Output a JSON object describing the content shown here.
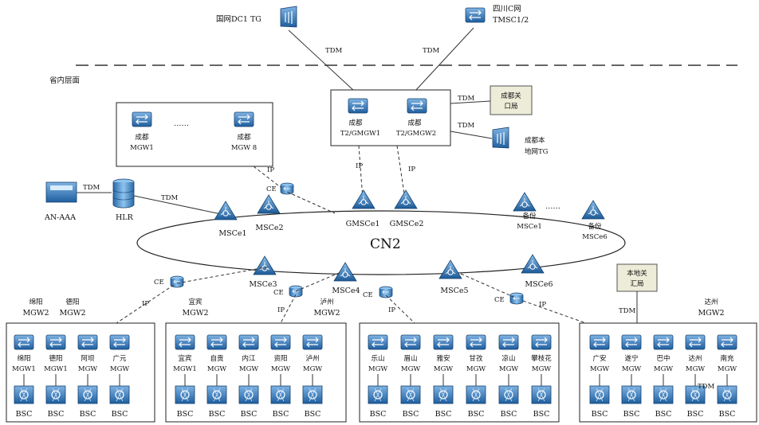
{
  "region_label": "省内层面",
  "cloud_label": "CN2",
  "external": {
    "guowang_tg": {
      "label": "国网DC1 TG"
    },
    "sichuan_c": {
      "label_lines": [
        "四川C网",
        "TMSC1/2"
      ]
    },
    "chengdu_guankou": {
      "label_lines": [
        "成都关",
        "口局"
      ]
    },
    "chengdu_local_tg": {
      "label_lines": [
        "成都本",
        "地网TG"
      ]
    },
    "local_guankou": {
      "label_lines": [
        "本地关",
        "汇局"
      ]
    }
  },
  "gateways": {
    "t2gmgw1": {
      "label_lines": [
        "成都",
        "T2/GMGW1"
      ]
    },
    "t2gmgw2": {
      "label_lines": [
        "成都",
        "T2/GMGW2"
      ]
    }
  },
  "mgw_group": {
    "first": {
      "label_lines": [
        "成都",
        "MGW1"
      ]
    },
    "last": {
      "label_lines": [
        "成都",
        "MGW 8"
      ]
    },
    "ellipsis": "……"
  },
  "an_aaa": {
    "label": "AN-AAA"
  },
  "hlr": {
    "label": "HLR"
  },
  "msc": [
    {
      "id": "msce1",
      "label": "MSCe1"
    },
    {
      "id": "msce2",
      "label": "MSCe2"
    },
    {
      "id": "gmsce1",
      "label": "GMSCe1"
    },
    {
      "id": "gmsce2",
      "label": "GMSCe2"
    },
    {
      "id": "backup1",
      "label_lines": [
        "备份",
        "MSCe1"
      ]
    },
    {
      "id": "backup6",
      "label_lines": [
        "备份",
        "MSCe6"
      ]
    },
    {
      "id": "msce3",
      "label": "MSCe3"
    },
    {
      "id": "msce4",
      "label": "MSCe4"
    },
    {
      "id": "msce5",
      "label": "MSCe5"
    },
    {
      "id": "msce6",
      "label": "MSCe6"
    }
  ],
  "backup_ellipsis": "……",
  "links": {
    "tdm": "TDM",
    "ip": "IP",
    "ce": "CE"
  },
  "regions": [
    {
      "top_labels": [
        [
          "绵阳",
          "MGW2"
        ],
        [
          "德阳",
          "MGW2"
        ]
      ],
      "sites": [
        [
          "绵阳",
          "MGW1"
        ],
        [
          "德阳",
          "MGW1"
        ],
        [
          "阿坝",
          "MGW"
        ],
        [
          "广元",
          "MGW"
        ]
      ]
    },
    {
      "top_labels": [
        [
          "宜宾",
          "MGW2"
        ],
        [
          "泸州",
          "MGW2"
        ]
      ],
      "sites": [
        [
          "宜宾",
          "MGW1"
        ],
        [
          "自贡",
          "MGW"
        ],
        [
          "内江",
          "MGW"
        ],
        [
          "资阳",
          "MGW"
        ],
        [
          "泸州",
          "MGW"
        ]
      ]
    },
    {
      "top_labels": [],
      "sites": [
        [
          "乐山",
          "MGW"
        ],
        [
          "眉山",
          "MGW"
        ],
        [
          "雅安",
          "MGW"
        ],
        [
          "甘孜",
          "MGW"
        ],
        [
          "凉山",
          "MGW"
        ],
        [
          "攀枝花",
          "MGW"
        ]
      ]
    },
    {
      "top_labels": [
        [
          "达州",
          "MGW2"
        ]
      ],
      "sites": [
        [
          "广安",
          "MGW"
        ],
        [
          "遂宁",
          "MGW"
        ],
        [
          "巴中",
          "MGW"
        ],
        [
          "达州",
          "MGW"
        ],
        [
          "南充",
          "MGW"
        ]
      ]
    }
  ],
  "bsc_label": "BSC",
  "stray_tdm": "TDM"
}
